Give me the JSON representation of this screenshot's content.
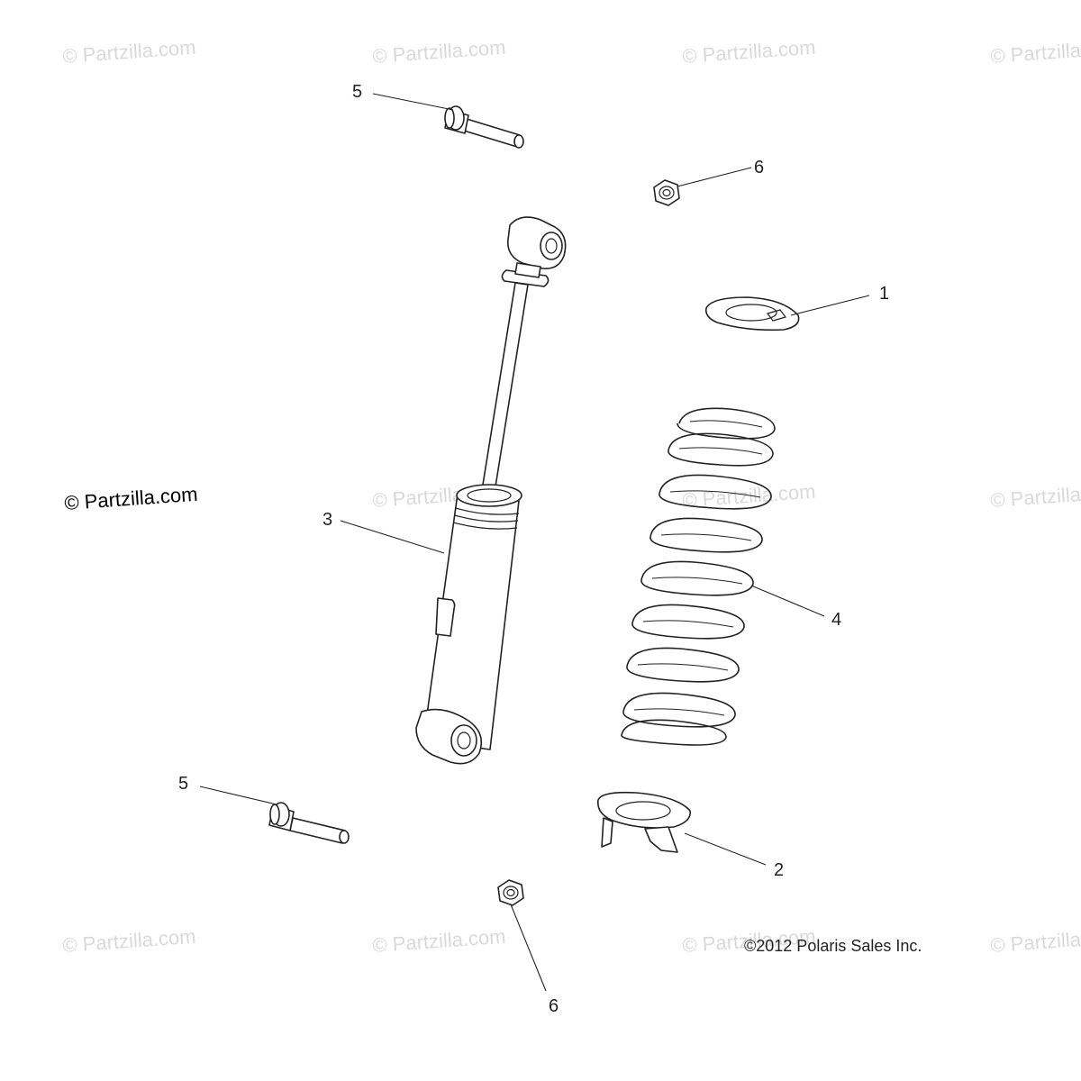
{
  "watermarks": {
    "text": "© Partzilla.com",
    "main_text": "© Partzilla.com"
  },
  "callouts": {
    "c1": "1",
    "c2": "2",
    "c3": "3",
    "c4": "4",
    "c5_top": "5",
    "c5_bottom": "5",
    "c6_top": "6",
    "c6_bottom": "6"
  },
  "copyright": "©2012 Polaris Sales Inc.",
  "colors": {
    "line": "#222222",
    "watermark": "#d9d9d9",
    "background": "#ffffff"
  }
}
